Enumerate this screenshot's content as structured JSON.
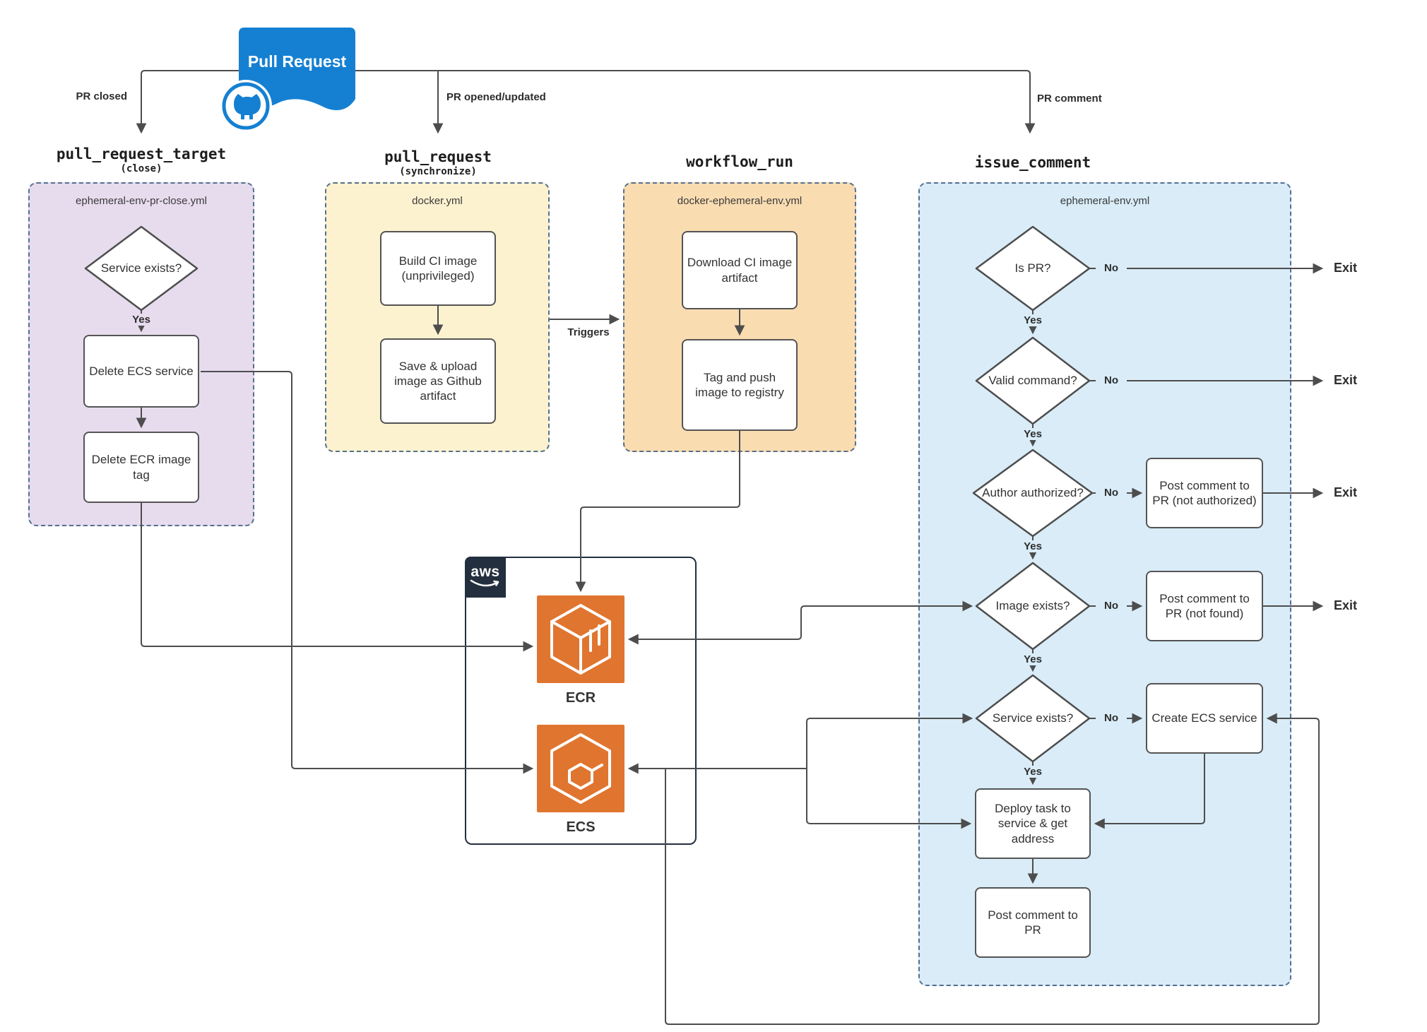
{
  "ribbon": {
    "label": "Pull Request"
  },
  "branches": {
    "closed": "PR closed",
    "opened": "PR opened/updated",
    "comment": "PR comment"
  },
  "edge_labels": {
    "yes": "Yes",
    "no": "No",
    "exit": "Exit",
    "triggers": "Triggers"
  },
  "workflows": {
    "close": {
      "title": "pull_request_target",
      "subtitle": "(close)",
      "file": "ephemeral-env-pr-close.yml",
      "service_exists": "Service exists?",
      "delete_ecs": "Delete ECS service",
      "delete_ecr": "Delete ECR image tag"
    },
    "sync": {
      "title": "pull_request",
      "subtitle": "(synchronize)",
      "file": "docker.yml",
      "build": "Build CI image (unprivileged)",
      "save": "Save & upload image as Github artifact"
    },
    "run": {
      "title": "workflow_run",
      "file": "docker-ephemeral-env.yml",
      "download": "Download CI image artifact",
      "tag_push": "Tag and push image to registry"
    },
    "comment": {
      "title": "issue_comment",
      "file": "ephemeral-env.yml",
      "is_pr": "Is PR?",
      "valid_command": "Valid command?",
      "author_authorized": "Author authorized?",
      "image_exists": "Image exists?",
      "service_exists": "Service exists?",
      "post_not_authorized": "Post comment to PR (not authorized)",
      "post_not_found": "Post comment to PR (not found)",
      "create_ecs": "Create ECS service",
      "deploy": "Deploy task to service & get address",
      "post_comment": "Post comment to PR"
    }
  },
  "aws": {
    "logo": "aws",
    "ecr": "ECR",
    "ecs": "ECS"
  },
  "colors": {
    "ribbon": "#1580d2",
    "border": "#54708f",
    "purple": "#e7dcee",
    "yellow": "#fdf2d0",
    "orange": "#fadcb1",
    "blue": "#d9ecf8",
    "navy": "#232f3e",
    "icon": "#e0752f",
    "line": "#4d4d4d"
  }
}
